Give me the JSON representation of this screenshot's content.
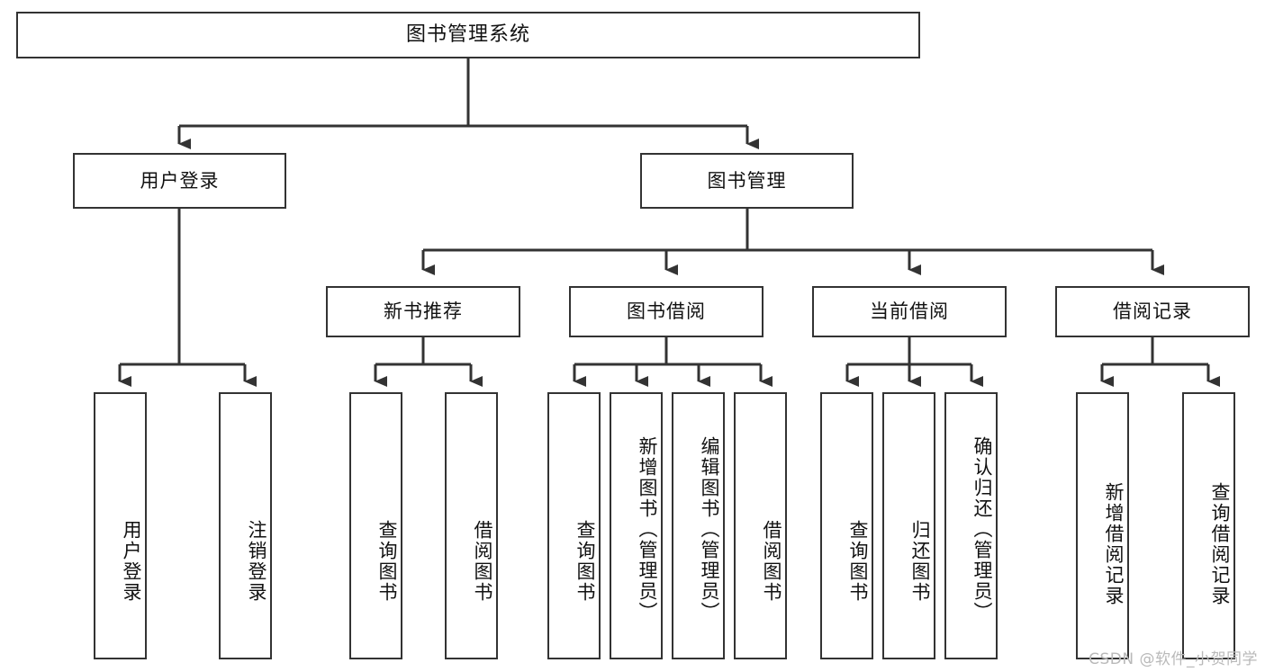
{
  "diagram": {
    "title": "图书管理系统",
    "type": "tree-hierarchy-diagram",
    "root": {
      "label": "图书管理系统"
    },
    "level2": [
      {
        "label": "用户登录"
      },
      {
        "label": "图书管理"
      }
    ],
    "level3": [
      {
        "label": "新书推荐"
      },
      {
        "label": "图书借阅"
      },
      {
        "label": "当前借阅"
      },
      {
        "label": "借阅记录"
      }
    ],
    "leaves": {
      "user_login": [
        {
          "label": "用户登录"
        },
        {
          "label": "注销登录"
        }
      ],
      "new_book_recommend": [
        {
          "label": "查询图书"
        },
        {
          "label": "借阅图书"
        }
      ],
      "book_borrow": [
        {
          "label": "查询图书"
        },
        {
          "label": "新增图书（管理员）"
        },
        {
          "label": "编辑图书（管理员）"
        },
        {
          "label": "借阅图书"
        }
      ],
      "current_borrow": [
        {
          "label": "查询图书"
        },
        {
          "label": "归还图书"
        },
        {
          "label": "确认归还（管理员）"
        }
      ],
      "borrow_record": [
        {
          "label": "新增借阅记录"
        },
        {
          "label": "查询借阅记录"
        }
      ]
    }
  },
  "watermark": {
    "text": "CSDN @软件_小贺同学"
  },
  "colors": {
    "box_border": "#333333",
    "box_fill": "#ffffff",
    "connector": "#333333",
    "text": "#111111",
    "watermark": "#b9b9b9"
  }
}
